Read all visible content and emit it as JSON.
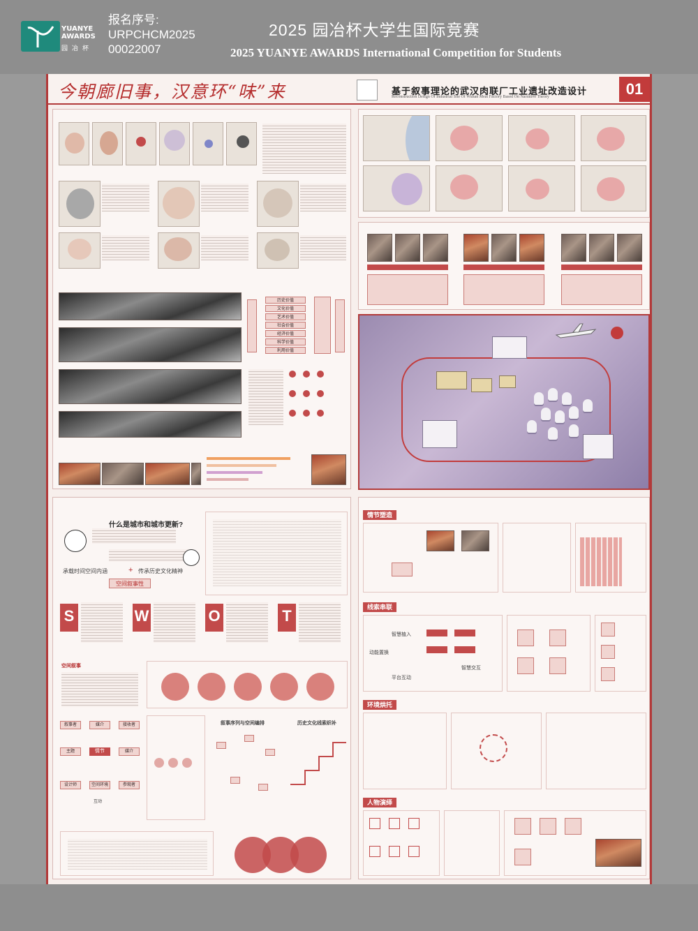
{
  "header": {
    "logo_line1": "YUANYE",
    "logo_line2": "AWARDS",
    "logo_sub": "园冶杯",
    "reg_label": "报名序号:",
    "reg_number_1": "URPCHCM2025",
    "reg_number_2": "00022007",
    "title_cn": "2025 园冶杯大学生国际竞赛",
    "title_en": "2025 YUANYE AWARDS International Competition for  Students"
  },
  "poster": {
    "slogan": "今朝廊旧事，汉意环“味”来",
    "project_title": "基于叙事理论的武汉肉联厂工业遗址改造设计",
    "project_subtitle": "Reconstruction Design Of Industrial Site Of Wuhan Meat Factory Based On Narrative Theory",
    "page_number": "01"
  },
  "analysis": {
    "questions": {
      "what_is_city": "什么是城市和城市更新?",
      "inherit_space": "承载时间空间内涵",
      "inherit_culture": "传承历史文化精神",
      "space_narrative": "空间叙事性"
    },
    "swot": [
      "S",
      "W",
      "O",
      "T"
    ],
    "narrative_roles": {
      "narrator": "叙事者",
      "medium": "媒介",
      "receiver": "接收者",
      "theme": "主题",
      "plot": "情节",
      "designer": "设计师",
      "space_env": "空间环境",
      "participant": "参观者",
      "interaction": "互动",
      "space_story": "空间叙事"
    },
    "sequence_title": "叙事序列与空间编排",
    "history_line": "历史文化线索织补"
  },
  "strategy": {
    "banner_plot": "情节塑造",
    "banner_clue": "线索串联",
    "banner_env": "环境烘托",
    "banner_people": "人物演绎",
    "tags": [
      "智慧植入",
      "智慧交互",
      "平台互动",
      "动能置换"
    ]
  },
  "tables": {
    "value_items": [
      "历史价值",
      "文化价值",
      "艺术价值",
      "社会价值",
      "经济价值",
      "科学价值",
      "利用价值"
    ]
  },
  "colors": {
    "accent": "#c24a4a",
    "frame": "#b23a3a",
    "band": "#8e8e8e",
    "paper": "#f7efec"
  }
}
